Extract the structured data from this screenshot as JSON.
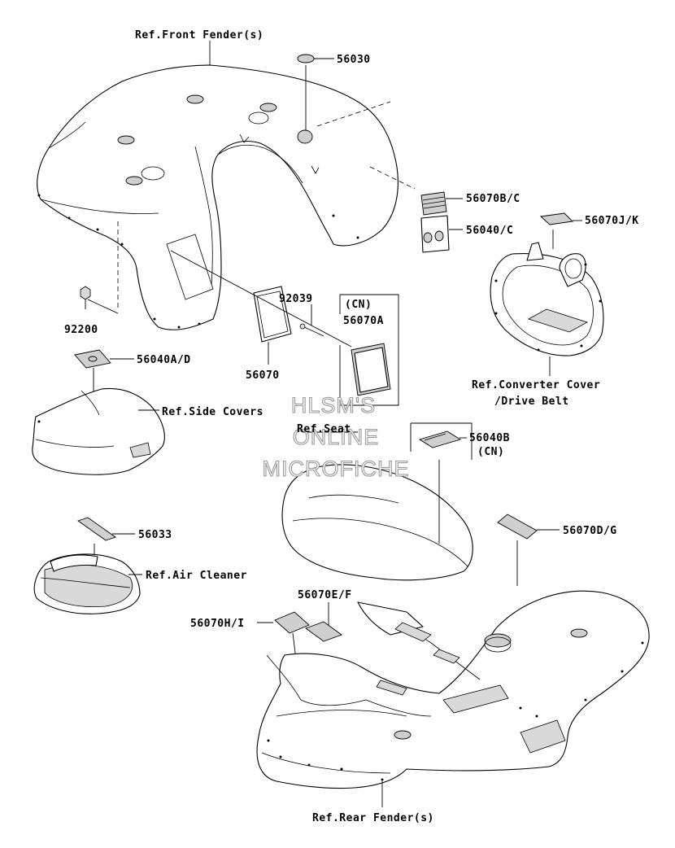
{
  "watermark": {
    "line1": "HLSM'S",
    "line2": "ONLINE",
    "line3": "MICROFICHE"
  },
  "parts": [
    {
      "id": "front-fender",
      "label": "Ref.Front Fender(s)"
    },
    {
      "id": "p56030",
      "label": "56030"
    },
    {
      "id": "p56070bc",
      "label": "56070B/C"
    },
    {
      "id": "p56040c",
      "label": "56040/C"
    },
    {
      "id": "p56070jk",
      "label": "56070J/K"
    },
    {
      "id": "p92200",
      "label": "92200"
    },
    {
      "id": "p92039",
      "label": "92039"
    },
    {
      "id": "cn1",
      "label": "(CN)"
    },
    {
      "id": "p56070a",
      "label": "56070A"
    },
    {
      "id": "p56070",
      "label": "56070"
    },
    {
      "id": "p56040ad",
      "label": "56040A/D"
    },
    {
      "id": "side-covers",
      "label": "Ref.Side Covers"
    },
    {
      "id": "seat",
      "label": "Ref.Seat"
    },
    {
      "id": "p56040b",
      "label": "56040B"
    },
    {
      "id": "cn2",
      "label": "(CN)"
    },
    {
      "id": "converter1",
      "label": "Ref.Converter Cover"
    },
    {
      "id": "converter2",
      "label": "/Drive Belt"
    },
    {
      "id": "p56033",
      "label": "56033"
    },
    {
      "id": "air-cleaner",
      "label": "Ref.Air Cleaner"
    },
    {
      "id": "p56070dg",
      "label": "56070D/G"
    },
    {
      "id": "p56070ef",
      "label": "56070E/F"
    },
    {
      "id": "p56070hi",
      "label": "56070H/I"
    },
    {
      "id": "rear-fender",
      "label": "Ref.Rear Fender(s)"
    }
  ]
}
